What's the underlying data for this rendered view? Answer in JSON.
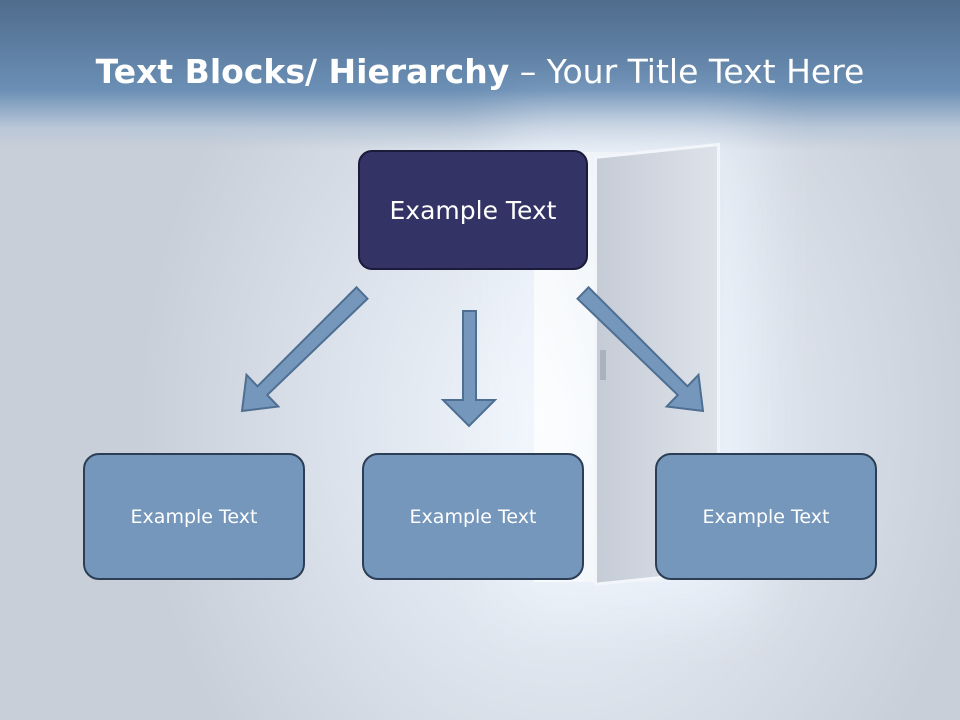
{
  "slide": {
    "title_bold": "Text Blocks/ Hierarchy",
    "title_dash": "–",
    "title_rest": "Your Title Text Here"
  },
  "diagram": {
    "top_box": {
      "label": "Example Text"
    },
    "child_boxes": [
      {
        "label": "Example Text"
      },
      {
        "label": "Example Text"
      },
      {
        "label": "Example Text"
      }
    ]
  },
  "colors": {
    "top_box_fill": "#333366",
    "child_box_fill": "#7597bb",
    "arrow_fill": "#7597bb",
    "title_band": "#5a7aa0"
  }
}
